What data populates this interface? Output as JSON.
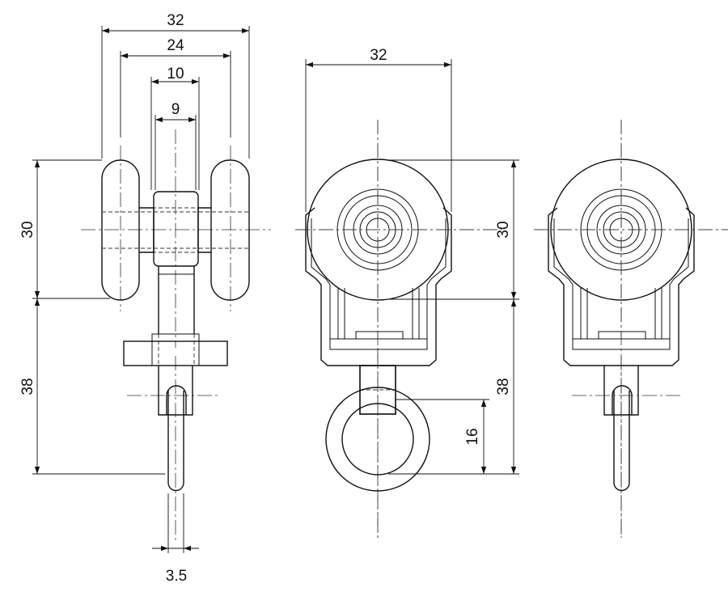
{
  "dimensions": {
    "side_overall_width": "32",
    "side_wheel_span": "24",
    "side_body_width": "10",
    "side_axle_width": "9",
    "side_wheel_height": "30",
    "side_lower_height": "38",
    "side_pin_diameter": "3.5",
    "front_width": "32",
    "front_wheel_height": "30",
    "front_lower_height": "38",
    "front_ring_height": "16"
  }
}
